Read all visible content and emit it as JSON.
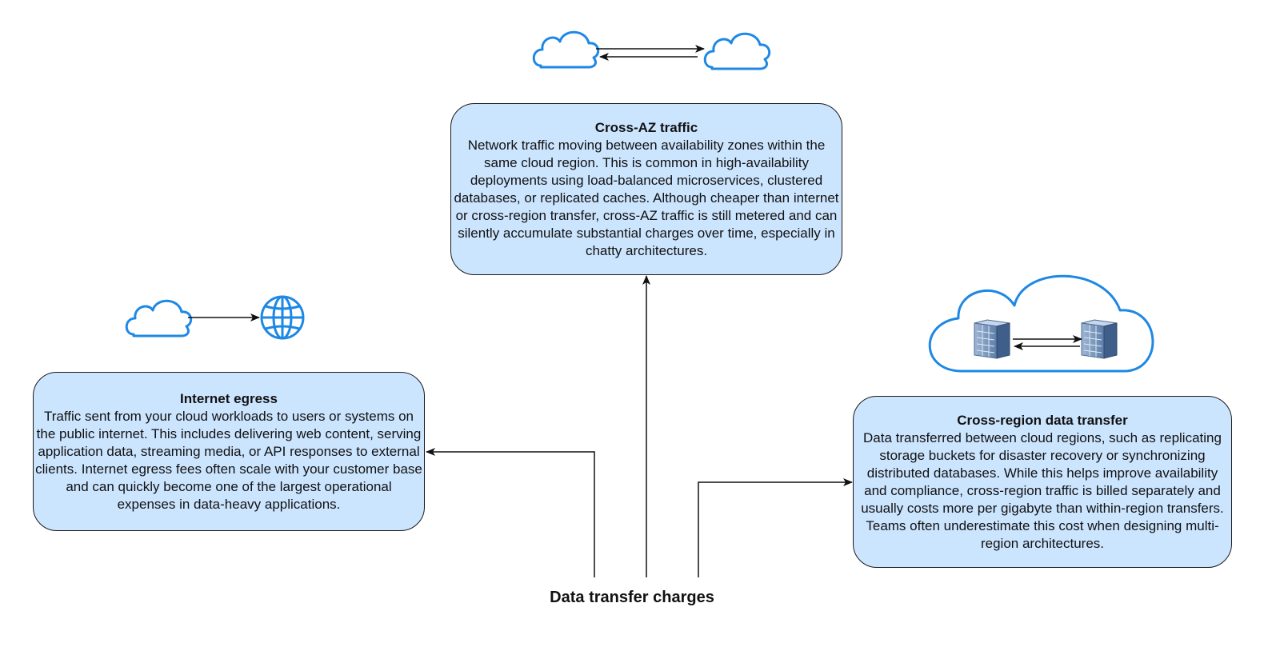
{
  "center_label": "Data transfer charges",
  "boxes": {
    "cross_az": {
      "title": "Cross-AZ traffic",
      "body": "Network traffic moving between availability zones within the same cloud region. This is common in high-availability deployments using load-balanced microservices, clustered databases, or replicated caches. Although cheaper than internet or cross-region transfer, cross-AZ traffic is still metered and can silently accumulate substantial charges over time, especially in chatty architectures."
    },
    "internet_egress": {
      "title": "Internet egress",
      "body": "Traffic sent from your cloud workloads to users or systems on the public internet. This includes delivering web content, serving application data, streaming media, or API responses to external clients. Internet egress fees often scale with your customer base and can quickly become one of the largest operational expenses in data-heavy applications."
    },
    "cross_region": {
      "title": "Cross-region data transfer",
      "body": "Data transferred between cloud regions, such as replicating storage buckets for disaster recovery or synchronizing distributed databases. While this helps improve availability and compliance, cross-region traffic is billed separately and usually costs more per gigabyte than within-region transfers. Teams often underestimate this cost when designing multi-region architectures."
    }
  },
  "icons": [
    "cloud-icon",
    "globe-icon",
    "server-icon"
  ],
  "colors": {
    "box_fill": "#cce5ff",
    "box_border": "#1a1a1a",
    "icon_blue": "#1e88e5",
    "arrow": "#111111"
  }
}
